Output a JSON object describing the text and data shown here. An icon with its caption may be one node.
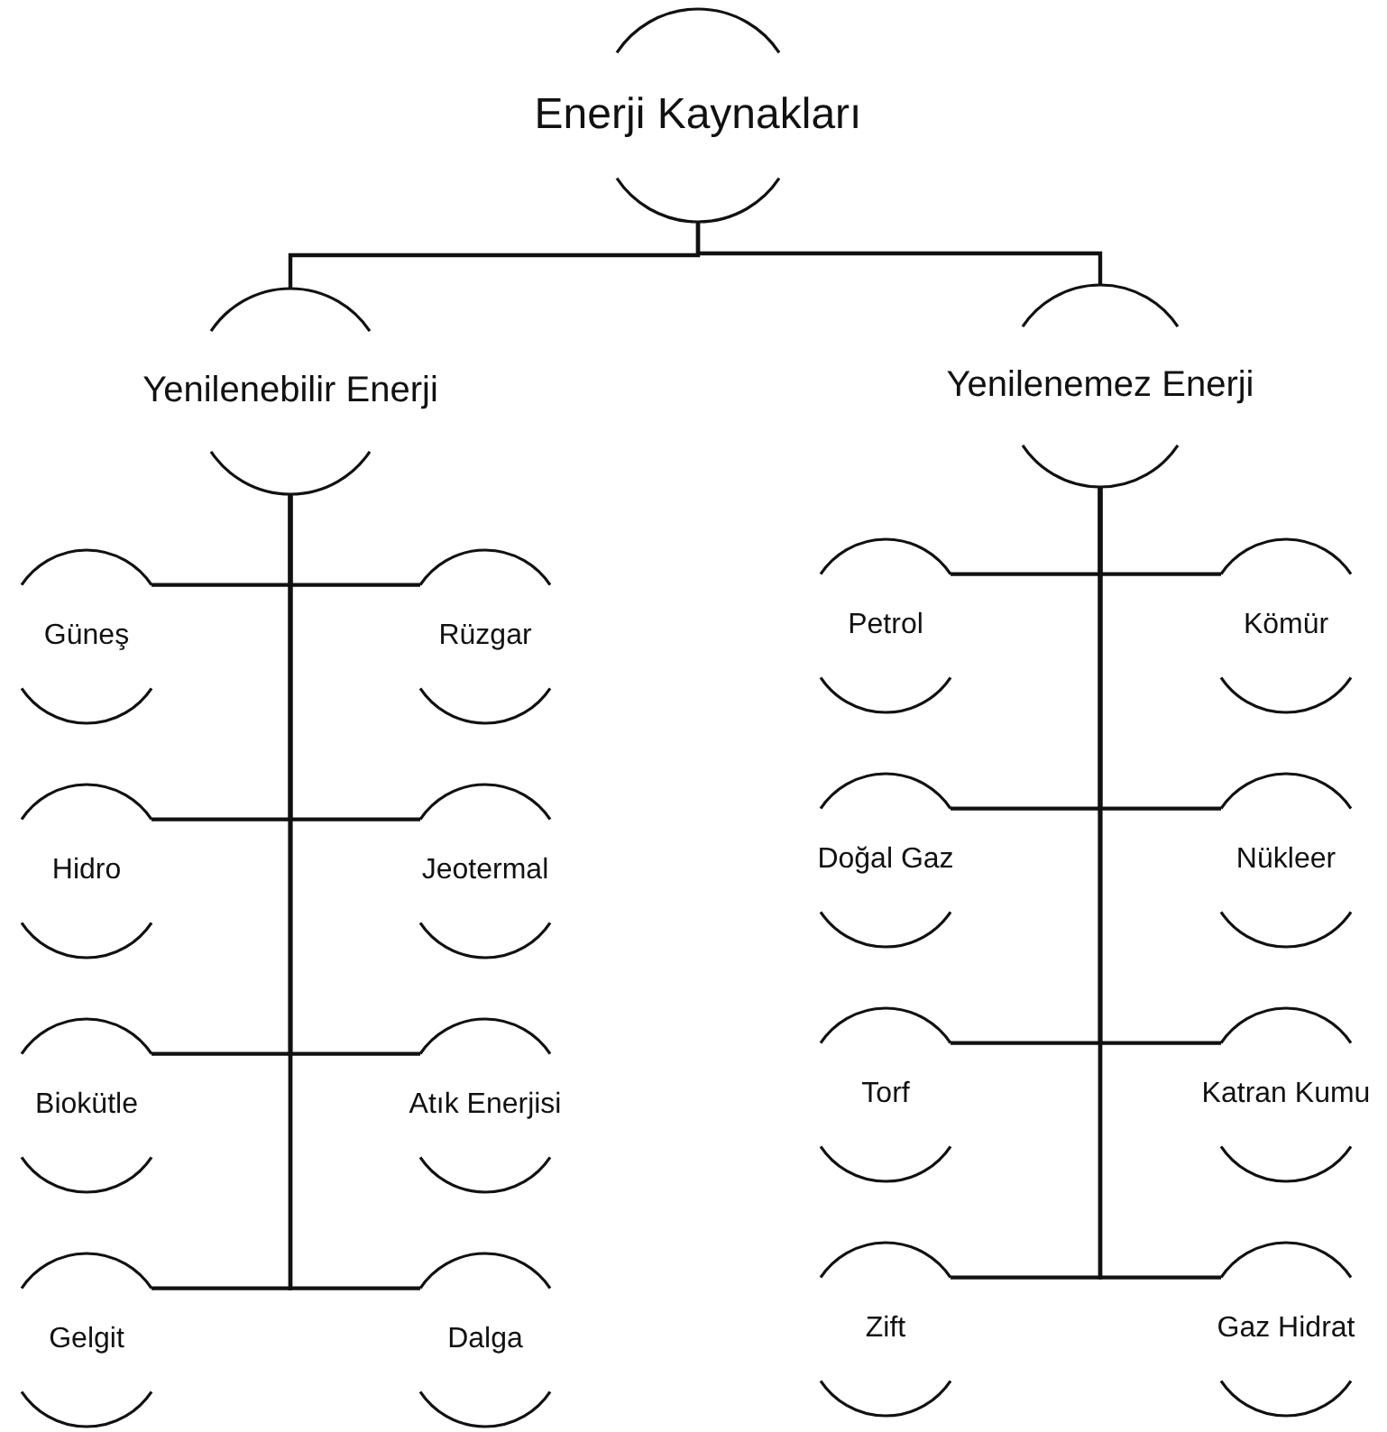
{
  "diagram": {
    "nodes": [
      {
        "text": [
          "Enerji Kaynakları"
        ]
      },
      {
        "text": [
          "Yenilenebilir Enerji"
        ]
      },
      {
        "text": [
          "Yenilenemez Enerji"
        ]
      },
      {
        "text": [
          "Güneş"
        ]
      },
      {
        "text": [
          "Rüzgar"
        ]
      },
      {
        "text": [
          "Hidro"
        ]
      },
      {
        "text": [
          "Jeotermal"
        ]
      },
      {
        "text": [
          "Biokütle"
        ]
      },
      {
        "text": [
          "Atık Enerjisi"
        ]
      },
      {
        "text": [
          "Gelgit"
        ]
      },
      {
        "text": [
          "Dalga"
        ]
      },
      {
        "text": [
          "Petrol"
        ]
      },
      {
        "text": [
          "Kömür"
        ]
      },
      {
        "text": [
          "Doğal Gaz"
        ]
      },
      {
        "text": [
          "Nükleer"
        ]
      },
      {
        "text": [
          "Torf"
        ]
      },
      {
        "text": [
          "Katran Kumu"
        ]
      },
      {
        "text": [
          "Zift"
        ]
      },
      {
        "text": [
          "Gaz Hidrat"
        ]
      }
    ],
    "edges": [
      {
        "from": 0,
        "to": 1,
        "arrow": "none"
      },
      {
        "from": 0,
        "to": 2,
        "arrow": "none"
      },
      {
        "from": 1,
        "to": 3,
        "arrow": "none"
      },
      {
        "from": 1,
        "to": 4,
        "arrow": "none"
      },
      {
        "from": 1,
        "to": 5,
        "arrow": "none"
      },
      {
        "from": 1,
        "to": 6,
        "arrow": "none"
      },
      {
        "from": 1,
        "to": 7,
        "arrow": "none"
      },
      {
        "from": 1,
        "to": 8,
        "arrow": "none"
      },
      {
        "from": 1,
        "to": 9,
        "arrow": "none"
      },
      {
        "from": 1,
        "to": 10,
        "arrow": "none"
      },
      {
        "from": 2,
        "to": 11,
        "arrow": "none"
      },
      {
        "from": 2,
        "to": 12,
        "arrow": "none"
      },
      {
        "from": 2,
        "to": 13,
        "arrow": "none"
      },
      {
        "from": 2,
        "to": 14,
        "arrow": "none"
      },
      {
        "from": 2,
        "to": 15,
        "arrow": "none"
      },
      {
        "from": 2,
        "to": 16,
        "arrow": "none"
      },
      {
        "from": 2,
        "to": 17,
        "arrow": "none"
      },
      {
        "from": 2,
        "to": 18,
        "arrow": "none"
      }
    ]
  }
}
